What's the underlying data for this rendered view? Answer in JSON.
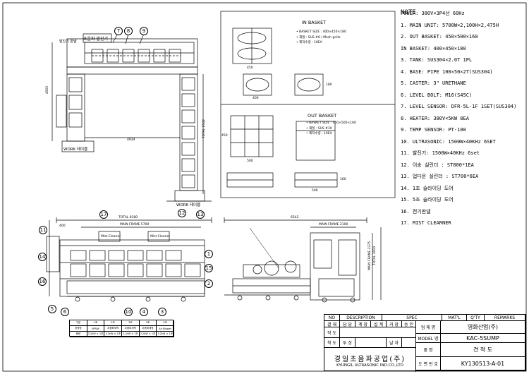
{
  "notes": {
    "title": "NOTE",
    "items": [
      "POWER: 380V×3P4선 60Hz",
      "1. MAIN UNIT: 5700W×2,100H×2,475H",
      "2. OUT BASKET: 450×500×160",
      "   IN BASKET: 400×450×180",
      "3. TANK: SUS304×2.0T 1PL",
      "4. BASE: PIPE 100×50×2T(SUS304)",
      "5. CASTER: 3\" URETHANE",
      "6. LEVEL BOLT: M16(S45C)",
      "7. LEVEL SENSOR: DFR-5L-1F 1SET(SUS304)",
      "8. HEATER: 380V×5KW 8EA",
      "9. TEMP SENSOR: PT-100",
      "10. ULTRASONIC: 1500W×40KHz 6SET",
      "11. 발진기: 1500W×40KHz 6set",
      "12. 이송 실린더 : ST800*1EA",
      "13. 업다운 실린더 : ST700*6EA",
      "14. 1조 슬라이딩 도어",
      "15. 5조 슬라이딩 도어",
      "16. 전기판넬",
      "17. MIST CLEARNER"
    ]
  },
  "in_basket": {
    "title": "IN BASKET",
    "specs": [
      "• BASKET SIZE : 400×450×180",
      "• 재질 : SUS #6 / Mesh grille",
      "• 제작수량 : 10EA"
    ],
    "dims": [
      "450",
      "400",
      "180"
    ]
  },
  "out_basket": {
    "title": "OUT BASKET",
    "specs": [
      "• BASKET SIZE : 450×500×160",
      "• 재질 : SUS #10",
      "• 제작수량 : 10EA"
    ],
    "dims": [
      "500",
      "450",
      "500",
      "160"
    ]
  },
  "plan_view": {
    "work_table_labels": [
      "WORK 테이블",
      "WORK 테이블"
    ],
    "dims": [
      "4500",
      "4934",
      "TOTAL 6542"
    ],
    "top_labels": [
      "초음파 발진기",
      "발진기 판넬"
    ],
    "bubbles": [
      "7",
      "8",
      "9"
    ]
  },
  "front_view": {
    "total_label": "TOTAL 8180",
    "frame_label": "MAIN FRAME 5700",
    "left_dim": "400",
    "mist_labels": [
      "Mist Cleaner",
      "Mist Cleaner"
    ],
    "bubbles": [
      "17",
      "12",
      "13",
      "11",
      "1",
      "14",
      "15",
      "16",
      "2",
      "5",
      "6",
      "10",
      "4",
      "3"
    ]
  },
  "side_view": {
    "total_label": "6542",
    "frame_label": "MAIN FRAME 2100",
    "height_labels": [
      "MAIN FRAME 2375",
      "TOTAL 3004"
    ]
  },
  "spec_table": {
    "headers": [
      "구분",
      "1조",
      "2조",
      "3조",
      "4조",
      "5조"
    ],
    "row1": [
      "공정명",
      "SPRAY",
      "초음파세척",
      "초음파세척",
      "초음파세척",
      "Air Blower"
    ],
    "row2": [
      "용량",
      "3,2kW × 1조",
      "3,2kW × 1조",
      "3,2kW × 1조",
      "3,2kW × 1조",
      "3,2kW × 1조"
    ]
  },
  "title_block": {
    "header": [
      "NO",
      "DESCRIPTION",
      "SPEC",
      "MAT'L",
      "Q'TY",
      "REMARKS"
    ],
    "approval": [
      "담 당",
      "계 장",
      "설 계",
      "과 장",
      "승 인"
    ],
    "row_labels": [
      "결 재",
      "작 도",
      "척 도",
      "투 상",
      "날 자"
    ],
    "company_kr": "경일초음파공업(주)",
    "company_en": "KYUNGIL ULTRASONIC IND.CO.,LTD",
    "right_labels": [
      "업 체 명",
      "MODEL 명",
      "품 명",
      "도 면 번 호"
    ],
    "customer": "영화산업(주)",
    "model": "KAC-5SUMP",
    "product": "견 적 도",
    "drawing_no": "KY130513-A-01"
  },
  "colors": {
    "line": "#000000",
    "paper": "#ffffff"
  }
}
